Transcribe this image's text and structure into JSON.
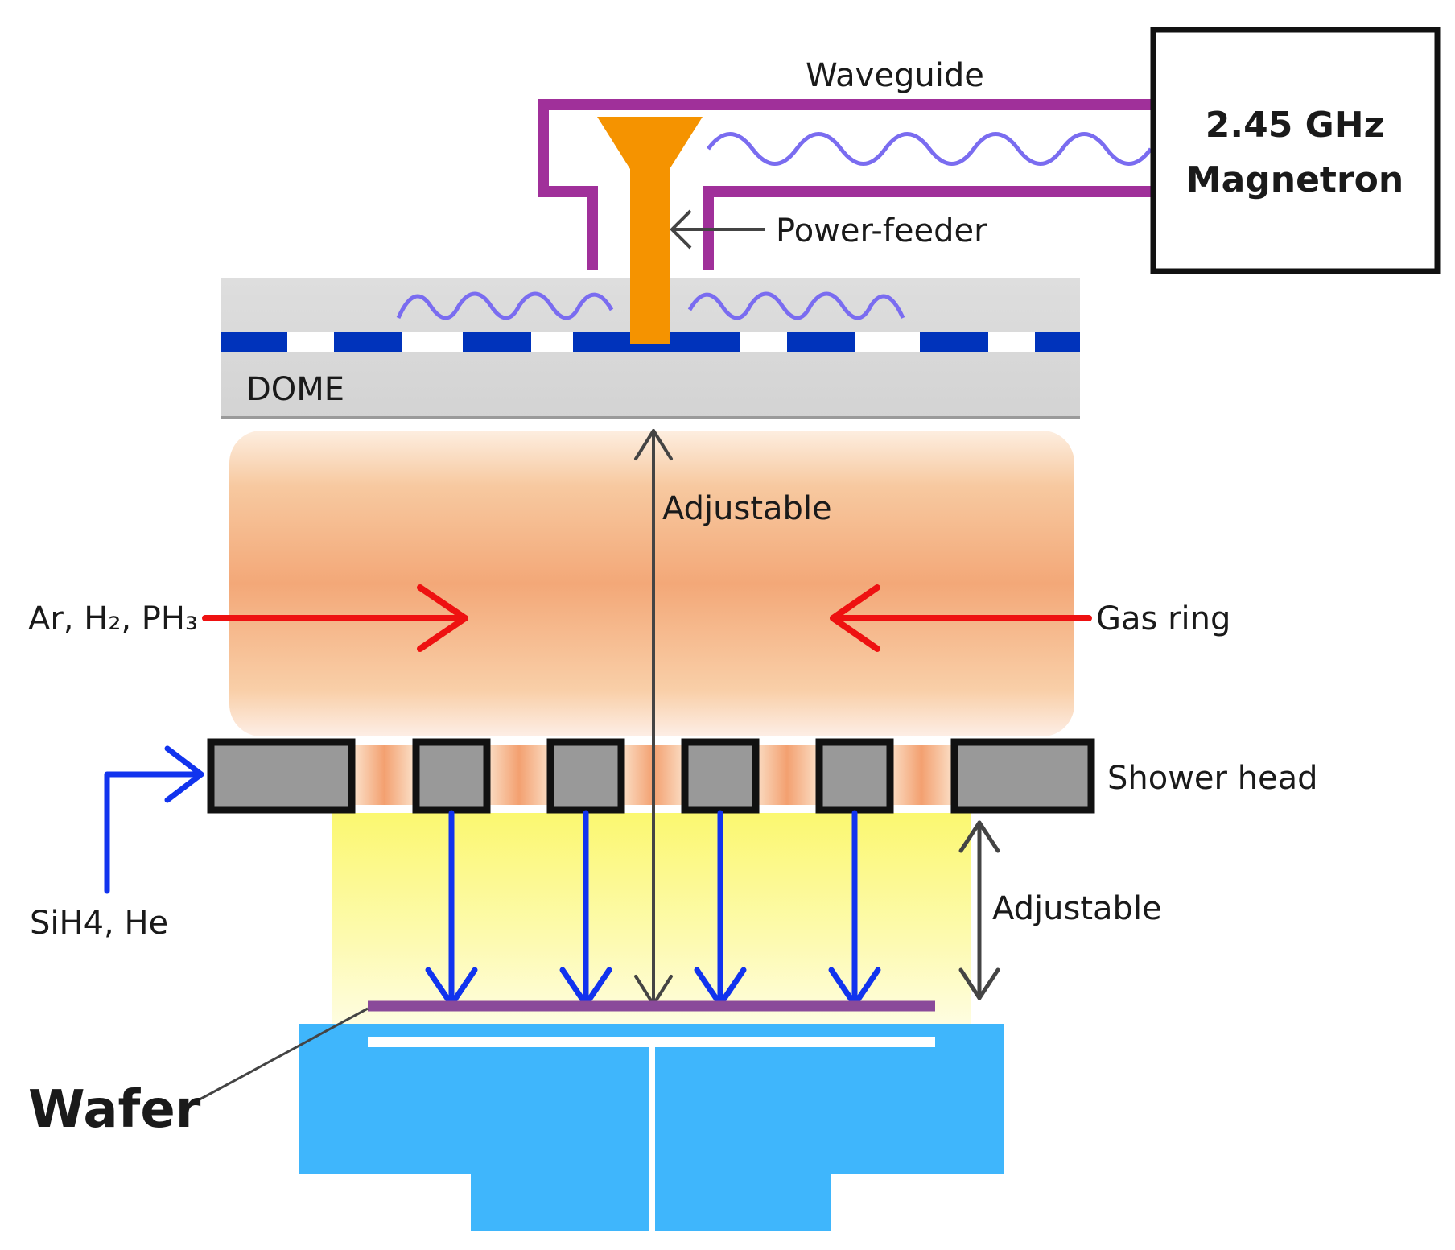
{
  "labels": {
    "waveguide": "Waveguide",
    "magnetron_line1": "2.45 GHz",
    "magnetron_line2": "Magnetron",
    "power_feeder": "Power-feeder",
    "dome": "DOME",
    "adjustable_top": "Adjustable",
    "gas_left": "Ar, H₂, PH₃",
    "gas_ring": "Gas ring",
    "shower_head": "Shower head",
    "sih4_he": "SiH4, He",
    "adjustable_bottom": "Adjustable",
    "wafer": "Wafer"
  },
  "colors": {
    "waveguide": "#a0309a",
    "power_feeder": "#f59300",
    "microwave": "#7a6cf0",
    "dome": "#d9d9d9",
    "antenna": "#0033bb",
    "plasma_top": "#fbe2cc",
    "plasma_mid": "#f3a878",
    "gas_arrow": "#ee1111",
    "shower_block": "#999999",
    "silane_arrow": "#1133ee",
    "deposition_zone": "#fbf870",
    "wafer": "#8a4a9a",
    "stage": "#3fb6fc"
  }
}
